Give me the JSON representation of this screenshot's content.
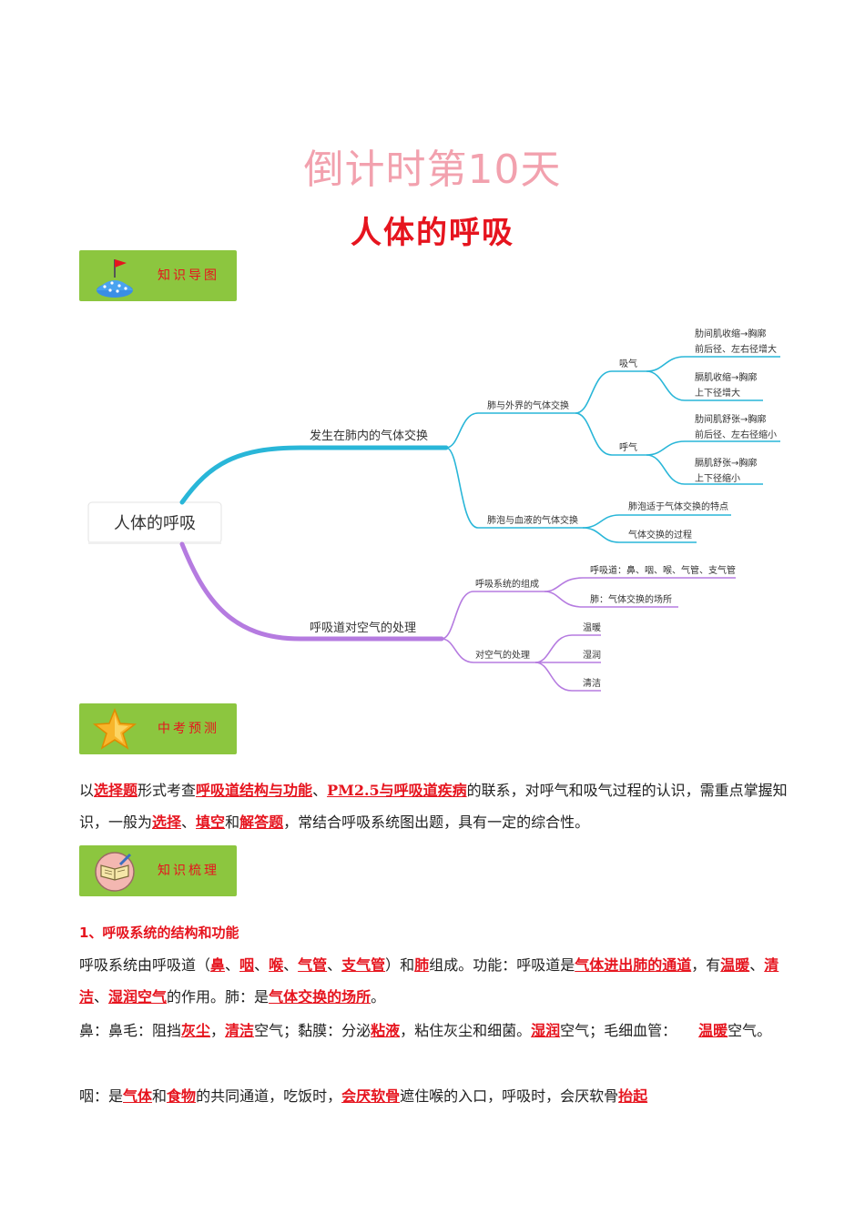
{
  "header": {
    "countdown": "倒计时第10天",
    "title": "人体的呼吸"
  },
  "sections": {
    "mindmap_label": "知识导图",
    "prediction_label": "中考预测",
    "review_label": "知识梳理"
  },
  "mindmap": {
    "root": "人体的呼吸",
    "branch1": "发生在肺内的气体交换",
    "b1_sub1": "肺与外界的气体交换",
    "b1_sub1_in": "吸气",
    "in_a1": "肋间肌收缩→胸廓",
    "in_a2": "前后径、左右径增大",
    "in_b1": "膈肌收缩→胸廓",
    "in_b2": "上下径增大",
    "b1_sub1_out": "呼气",
    "out_a1": "肋间肌舒张→胸廓",
    "out_a2": "前后径、左右径缩小",
    "out_b1": "膈肌舒张→胸廓",
    "out_b2": "上下径缩小",
    "b1_sub2": "肺泡与血液的气体交换",
    "b1_sub2_a": "肺泡适于气体交换的特点",
    "b1_sub2_b": "气体交换的过程",
    "branch2": "呼吸道对空气的处理",
    "b2_sub1": "呼吸系统的组成",
    "b2_sub1_a": "呼吸道：鼻、咽、喉、气管、支气管",
    "b2_sub1_b": "肺：气体交换的场所",
    "b2_sub2": "对空气的处理",
    "b2_sub2_a": "温暖",
    "b2_sub2_b": "湿润",
    "b2_sub2_c": "清洁"
  },
  "prediction": {
    "t1": "以",
    "k1": "选择题",
    "t2": "形式考查",
    "k2": "呼吸道结构与功能",
    "t3": "、",
    "k3": "PM2.5与呼吸道疾病",
    "t4": "的联系，对呼气和吸气过程的认识，需重点掌握知识，一般为",
    "k4": "选择",
    "t5": "、",
    "k5": "填空",
    "t6": "和",
    "k6": "解答题",
    "t7": "，常结合呼吸系统图出题，具有一定的综合性。"
  },
  "review": {
    "heading": "1、呼吸系统的结构和功能",
    "p1": {
      "t1": "呼吸系统由呼吸道（",
      "k1": "鼻",
      "t2": "、",
      "k2": "咽",
      "t3": "、",
      "k3": "喉",
      "t4": "、",
      "k4": "气管",
      "t5": "、",
      "k5": "支气管",
      "t6": "）和",
      "k6": "肺",
      "t7": "组成。功能：呼吸道是",
      "k7": "气体进出肺的通道",
      "t8": "，有",
      "k8": "温暖",
      "t9": "、",
      "k9": "清洁",
      "t10": "、",
      "k10": "湿润空气",
      "t11": "的作用。肺：是",
      "k11": "气体交换的场所",
      "t12": "。"
    },
    "p2": {
      "t1": "鼻：鼻毛：阻挡",
      "k1": "灰尘",
      "t2": "，",
      "k2": "清洁",
      "t3": "空气；黏膜：分泌",
      "k3": "粘液",
      "t4": "，粘住灰尘和细菌。",
      "k4": "湿润",
      "t5": "空气；毛细血管：",
      "k5": "温暖",
      "t6": "空气。"
    },
    "p3": {
      "t1": "咽：是",
      "k1": "气体",
      "t2": "和",
      "k2": "食物",
      "t3": "的共同通道，吃饭时，",
      "k3": "会厌软骨",
      "t4": "遮住喉的入口，呼吸时，会厌软骨",
      "k4": "抬起"
    }
  },
  "colors": {
    "accent_red": "#e6141e",
    "banner_green": "#8cc63f",
    "cyan_branch": "#29b6d8",
    "purple_branch": "#b57be0",
    "countdown_pink": "#f2a1ae"
  }
}
